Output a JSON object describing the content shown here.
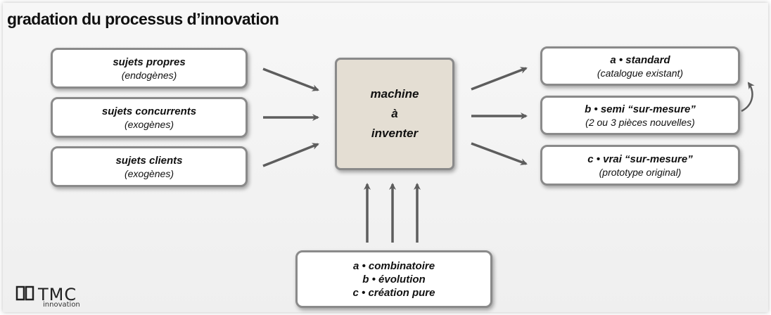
{
  "title": "gradation du processus d’innovation",
  "inputs": [
    {
      "main": "sujets propres",
      "sub": "(endogènes)"
    },
    {
      "main": "sujets concurrents",
      "sub": "(exogènes)"
    },
    {
      "main": "sujets clients",
      "sub": "(exogènes)"
    }
  ],
  "machine": {
    "line1": "machine",
    "line2": "à",
    "line3": "inventer"
  },
  "outputs": [
    {
      "main": "a • standard",
      "sub": "(catalogue existant)"
    },
    {
      "main": "b • semi “sur-mesure”",
      "sub": "(2 ou 3 pièces nouvelles)"
    },
    {
      "main": "c • vrai “sur-mesure”",
      "sub": "(prototype original)"
    }
  ],
  "methods": [
    "a • combinatoire",
    "b • évolution",
    "c • création pure"
  ],
  "logo": {
    "brand": "TMC",
    "sub": "innovation"
  },
  "colors": {
    "arrow": "#5d5d5d",
    "box_border": "#8a8a8a",
    "machine_fill": "#e4ded3"
  }
}
